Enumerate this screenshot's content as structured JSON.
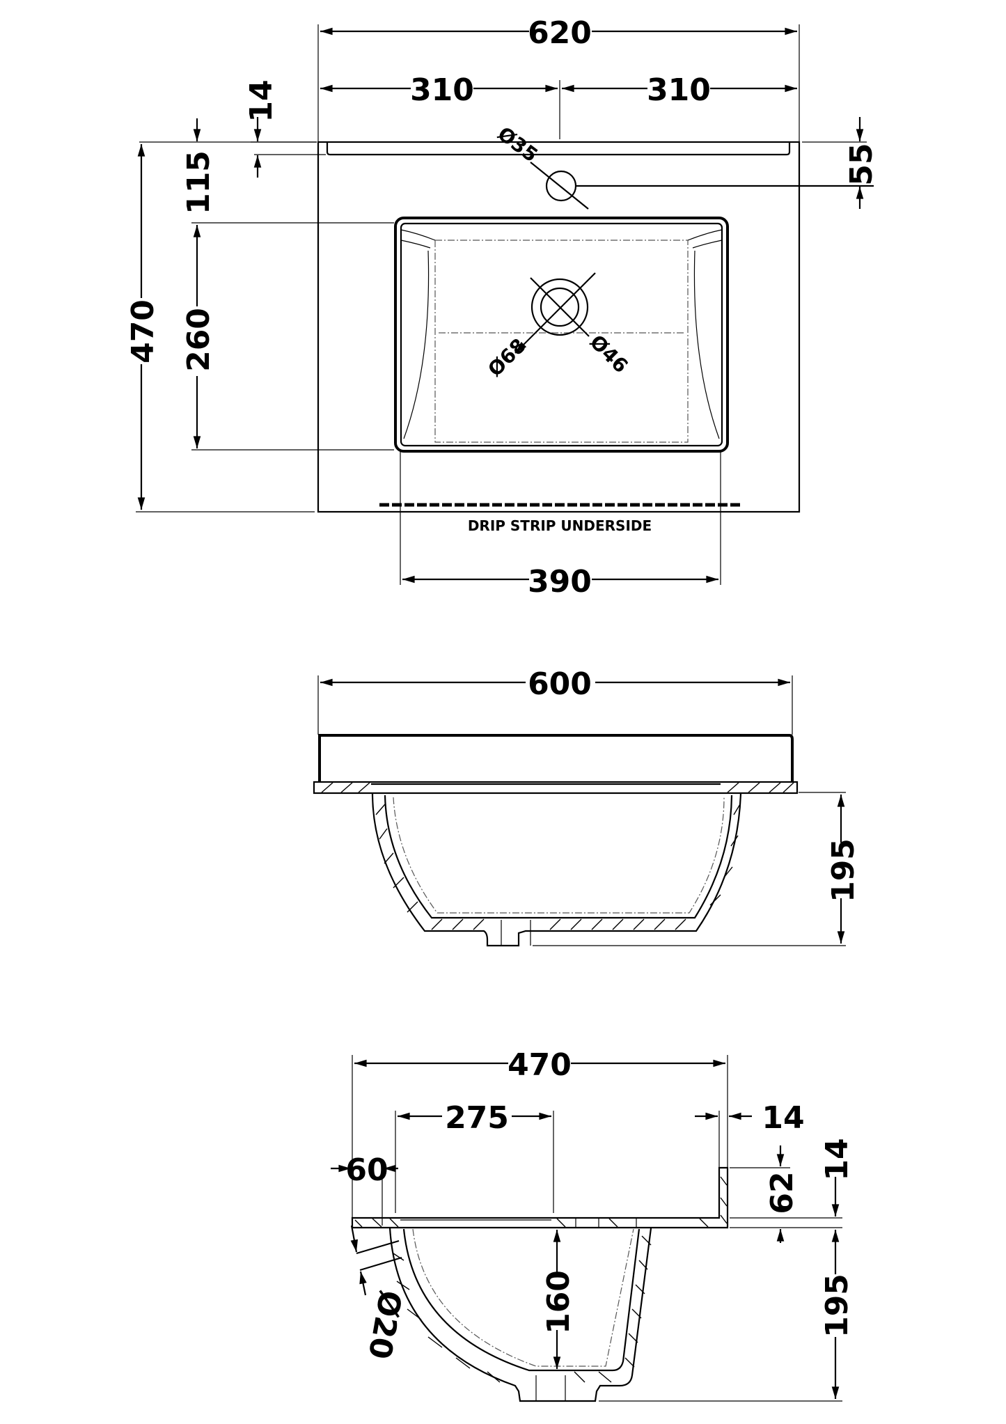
{
  "drawing": {
    "top_view": {
      "overall_width": "620",
      "half_width_left": "310",
      "half_width_right": "310",
      "upstand_thickness": "14",
      "tap_hole_diameter": "Ø35",
      "tap_hole_offset": "55",
      "basin_offset_from_back": "115",
      "overall_depth": "470",
      "basin_depth": "260",
      "waste_outer_diameter": "Ø68",
      "waste_inner_diameter": "Ø46",
      "drip_strip_note": "DRIP STRIP UNDERSIDE",
      "basin_width": "390"
    },
    "front_view": {
      "width": "600",
      "bowl_height": "195"
    },
    "side_view": {
      "overall_depth": "470",
      "bowl_opening": "275",
      "upstand_thickness": "14",
      "front_offset": "60",
      "upstand_height": "62",
      "slab_thickness": "14",
      "bowl_height": "195",
      "bowl_internal_depth": "160",
      "overflow_diameter": "Ø20"
    }
  }
}
